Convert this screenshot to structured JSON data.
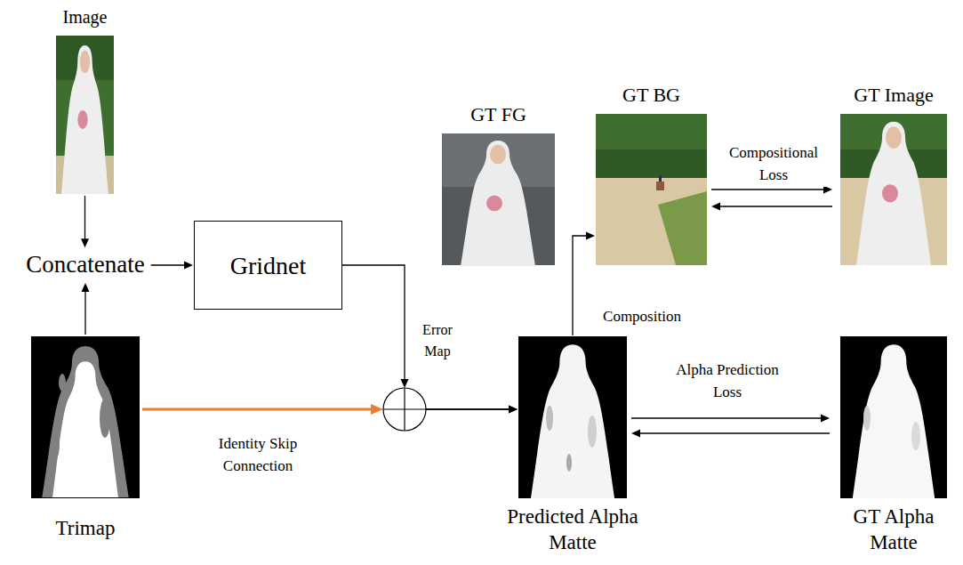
{
  "diagram": {
    "nodes": [
      {
        "text": [
          "Image"
        ]
      },
      {
        "text": [
          "Concatenate"
        ]
      },
      {
        "text": [
          "Gridnet"
        ]
      },
      {
        "text": [
          "GT FG"
        ]
      },
      {
        "text": [
          "GT BG"
        ]
      },
      {
        "text": [
          "GT Image"
        ]
      },
      {
        "text": [
          "Trimap"
        ]
      },
      {
        "text": [
          "Predicted Alpha Matte"
        ]
      },
      {
        "text": [
          "GT Alpha Matte"
        ]
      }
    ],
    "edges": [
      {
        "from": 0,
        "to": 1,
        "arrow": "to"
      },
      {
        "from": 6,
        "to": 1,
        "arrow": "to"
      },
      {
        "from": 1,
        "to": 2,
        "arrow": "to"
      },
      {
        "from": 2,
        "to": 7,
        "label": "Error Map",
        "arrow": "to"
      },
      {
        "from": 6,
        "to": 7,
        "label": "Identity Skip Connection",
        "arrow": "to"
      },
      {
        "from": 7,
        "to": 4,
        "label": "Composition",
        "arrow": "to"
      },
      {
        "from": 4,
        "to": 5,
        "label": "Compositional Loss",
        "arrow": "to"
      },
      {
        "from": 5,
        "to": 4,
        "arrow": "to"
      },
      {
        "from": 7,
        "to": 8,
        "label": "Alpha Prediction Loss",
        "arrow": "to"
      },
      {
        "from": 8,
        "to": 7,
        "arrow": "to"
      }
    ]
  }
}
